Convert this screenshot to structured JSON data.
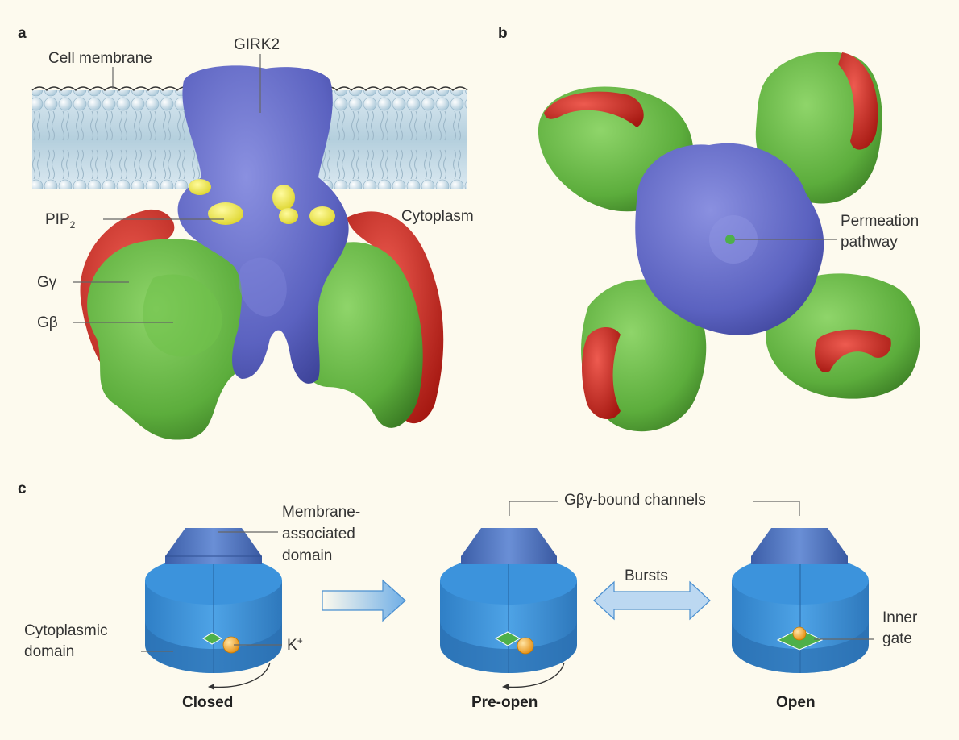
{
  "panel_a": {
    "letter": "a",
    "labels": {
      "cell_membrane": "Cell membrane",
      "girk2": "GIRK2",
      "pip2_base": "PIP",
      "pip2_sub": "2",
      "cytoplasm": "Cytoplasm",
      "g_gamma": "Gγ",
      "g_beta": "Gβ"
    }
  },
  "panel_b": {
    "letter": "b",
    "labels": {
      "permeation_line1": "Permeation",
      "permeation_line2": "pathway"
    }
  },
  "panel_c": {
    "letter": "c",
    "labels": {
      "membrane_line1": "Membrane-",
      "membrane_line2": "associated",
      "membrane_line3": "domain",
      "cytoplasmic_line1": "Cytoplasmic",
      "cytoplasmic_line2": "domain",
      "k_base": "K",
      "k_sup": "+",
      "gbg_bound": "Gβγ-bound channels",
      "bursts": "Bursts",
      "inner_line1": "Inner",
      "inner_line2": "gate"
    },
    "states": [
      "Closed",
      "Pre-open",
      "Open"
    ]
  },
  "colors": {
    "background": "#fdfaee",
    "girk2_blue": "#5b62c0",
    "g_beta_green": "#5cad3c",
    "g_gamma_red": "#c9231c",
    "pip2_yellow": "#f1ea36",
    "channel_blue": "#3b8fd6",
    "ion_orange": "#f4a32a"
  }
}
